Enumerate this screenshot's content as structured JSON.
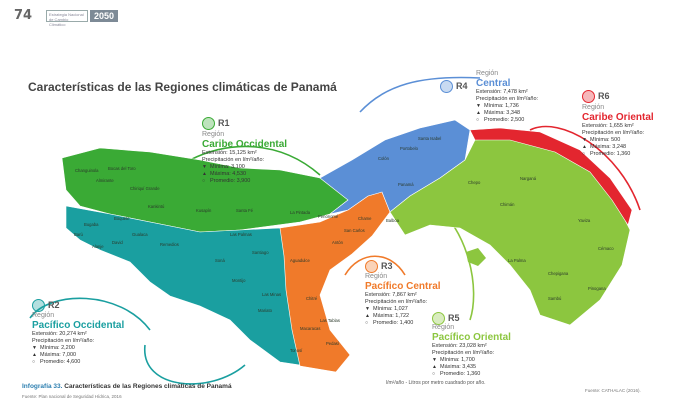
{
  "header": {
    "page_number": "74",
    "box_text": "Estrategia Nacional de Cambio Climático",
    "year": "2050"
  },
  "title": "Características de las Regiones climáticas de Panamá",
  "region_word": "Región",
  "precip_label": "Precipitación en l/m²/año:",
  "regions": [
    {
      "code": "R1",
      "name": "Caribe Occidental",
      "color": "#3aaa35",
      "extension": "Extensión: 15,125 km²",
      "min": "Mínima: 3,100",
      "max": "Máxima: 4,530",
      "avg": "Promedio: 3,900"
    },
    {
      "code": "R2",
      "name": "Pacífico Occidental",
      "color": "#1a9fa0",
      "extension": "Extensión: 20,274 km²",
      "min": "Mínima: 2,200",
      "max": "Máxima: 7,000",
      "avg": "Promedio: 4,600"
    },
    {
      "code": "R3",
      "name": "Pacífico Central",
      "color": "#f07a2a",
      "extension": "Extensión: 7,867 km²",
      "min": "Mínima: 1,027",
      "max": "Máxima: 1,722",
      "avg": "Promedio: 1,400"
    },
    {
      "code": "R4",
      "name": "Central",
      "color": "#5b8fd6",
      "extension": "Extensión: 7,478 km²",
      "min": "Mínima: 1,736",
      "max": "Máxima: 3,348",
      "avg": "Promedio: 2,500"
    },
    {
      "code": "R5",
      "name": "Pacífico Oriental",
      "color": "#8cc63f",
      "extension": "Extensión: 23,028 km²",
      "min": "Mínima: 1,700",
      "max": "Máxima: 3,435",
      "avg": "Promedio: 1,360"
    },
    {
      "code": "R6",
      "name": "Caribe Oriental",
      "color": "#e3262f",
      "extension": "Extensión: 1,655 km²",
      "min": "Mínima: 500",
      "max": "Máxima: 3,248",
      "avg": "Promedio: 1,360"
    }
  ],
  "map_labels": [
    "Changuinola",
    "Bocas del Toro",
    "Almirante",
    "Chiriquí Grande",
    "Kankintú",
    "Kusapín",
    "Santa Fé",
    "La Pintada",
    "Penonomé",
    "Colón",
    "Santa Isabel",
    "Chepo",
    "Narganá",
    "Chimán",
    "Yaviza",
    "Cémaco",
    "Chepigana",
    "Pinogana",
    "Sambú",
    "La Palma",
    "Bugaba",
    "Boquete",
    "Gualaca",
    "David",
    "Alanje",
    "Barú",
    "Remedios",
    "Soná",
    "Las Palmas",
    "Montijo",
    "Santiago",
    "Mariato",
    "Las Minas",
    "Macaracas",
    "Tonosí",
    "Pedasí",
    "Las Tablas",
    "Aguadulce",
    "Chitré",
    "Antón",
    "San Carlos",
    "Chame",
    "Balboa",
    "Panamá",
    "Portobelo"
  ],
  "caption": {
    "number": "Infografía 33.",
    "text": "Características de las Regiones climáticas de Panamá",
    "source": "Fuente: Plan nacional de Seguridad Hídrica, 2016"
  },
  "unit_note": "l/m²/año - Litros por metro cuadrado por año.",
  "source_right": "Fuente: CATHALAC (2016)."
}
